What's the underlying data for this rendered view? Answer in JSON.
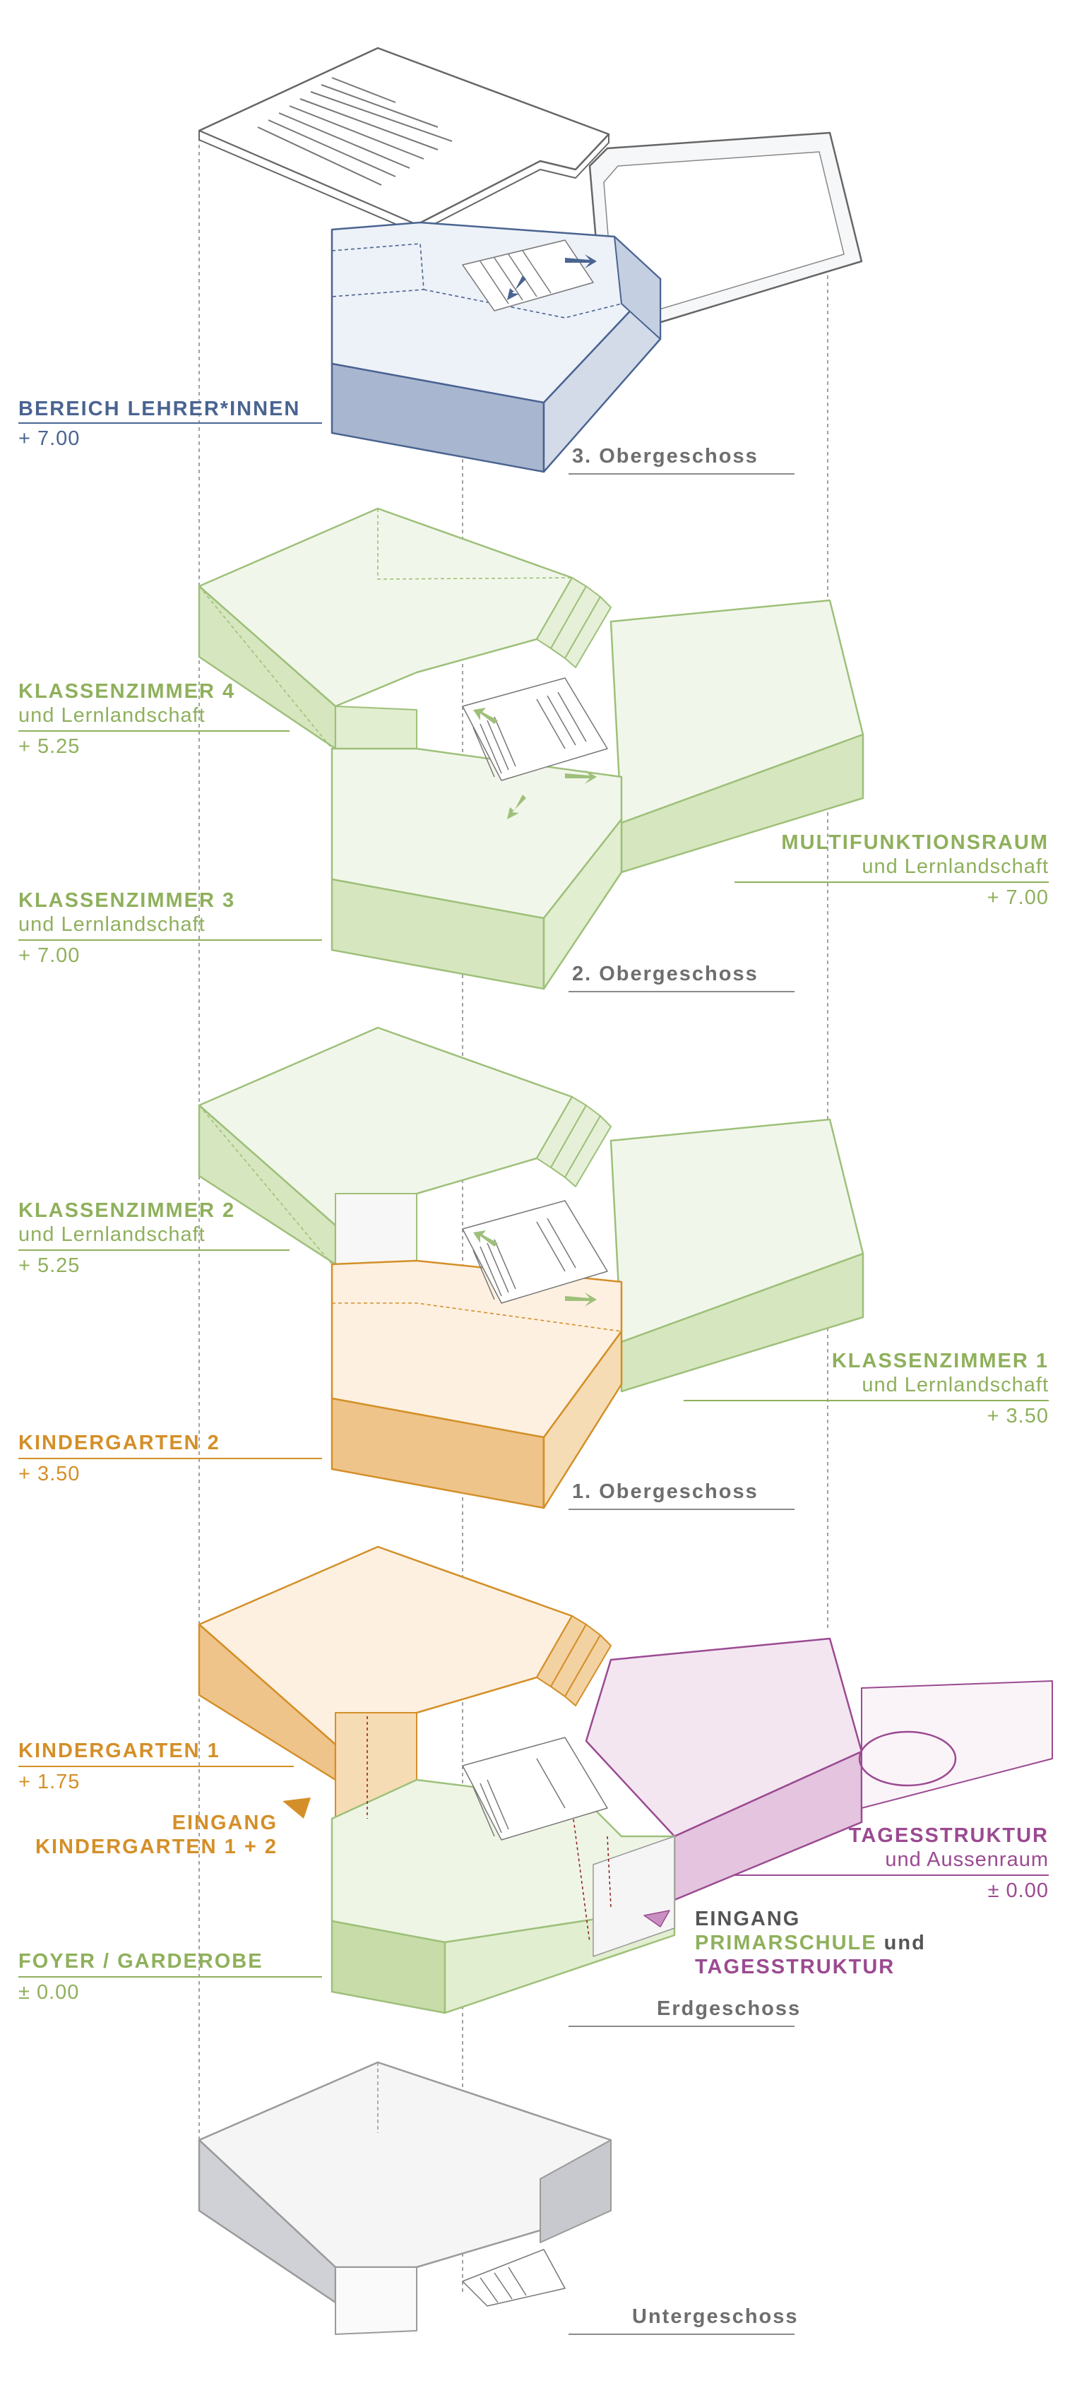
{
  "colors": {
    "blue": "#4a6491",
    "green": "#8fb05c",
    "orange": "#d48f28",
    "purple": "#9b4a91",
    "grey": "#6e6e6e"
  },
  "floors": {
    "og3": "3. Obergeschoss",
    "og2": "2. Obergeschoss",
    "og1": "1. Obergeschoss",
    "eg": "Erdgeschoss",
    "ug": "Untergeschoss"
  },
  "labels": {
    "lehrer": {
      "title": "BEREICH LEHRER*INNEN",
      "level": "+ 7.00"
    },
    "kz4": {
      "title": "KLASSENZIMMER 4",
      "sub": "und Lernlandschaft",
      "level": "+ 5.25"
    },
    "kz3": {
      "title": "KLASSENZIMMER 3",
      "sub": "und Lernlandschaft",
      "level": "+ 7.00"
    },
    "multi": {
      "title": "MULTIFUNKTIONSRAUM",
      "sub": "und Lernlandschaft",
      "level": "+ 7.00"
    },
    "kz2": {
      "title": "KLASSENZIMMER 2",
      "sub": "und Lernlandschaft",
      "level": "+ 5.25"
    },
    "kz1": {
      "title": "KLASSENZIMMER 1",
      "sub": "und Lernlandschaft",
      "level": "+ 3.50"
    },
    "kg2": {
      "title": "KINDERGARTEN 2",
      "level": "+ 3.50"
    },
    "kg1": {
      "title": "KINDERGARTEN 1",
      "level": "+ 1.75"
    },
    "eingang_kg": {
      "line1": "EINGANG",
      "line2": "KINDERGARTEN 1 + 2"
    },
    "tages": {
      "title": "TAGESSTRUKTUR",
      "sub": "und Aussenraum",
      "level": "± 0.00"
    },
    "eingang_ps": {
      "line1": "EINGANG",
      "line2a": "PRIMARSCHULE",
      "line2b": " und",
      "line3": "TAGESSTRUKTUR"
    },
    "foyer": {
      "title": "FOYER / GARDEROBE",
      "level": "± 0.00"
    }
  }
}
